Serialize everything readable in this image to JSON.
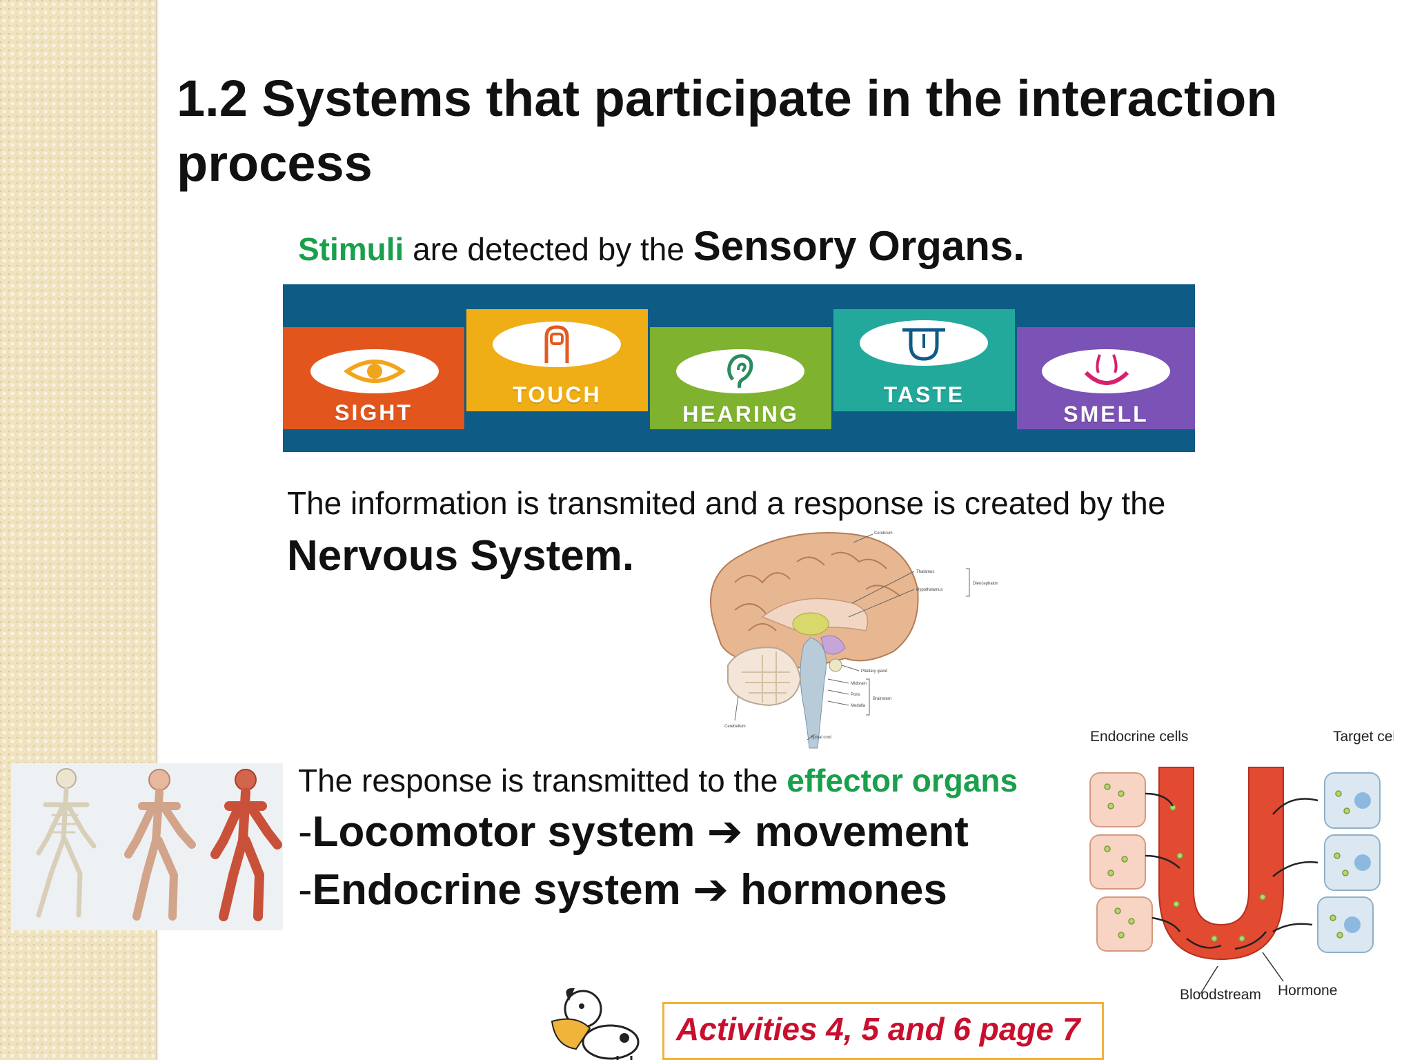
{
  "slide": {
    "title": "1.2 Systems that participate in the interaction process",
    "stimuli": {
      "keyword": "Stimuli",
      "middle": " are detected by the ",
      "emphasis": "Sensory Organs."
    },
    "senses": [
      {
        "label": "SIGHT",
        "color": "#e2561e"
      },
      {
        "label": "TOUCH",
        "color": "#efae16"
      },
      {
        "label": "HEARING",
        "color": "#7fb22f"
      },
      {
        "label": "TASTE",
        "color": "#22a99b"
      },
      {
        "label": "SMELL",
        "color": "#7b52b5"
      }
    ],
    "nervous": {
      "line1": "The information is transmited and a response is created by the",
      "emphasis": "Nervous System."
    },
    "brain_labels": {
      "cerebrum": "Cerebrum",
      "thalamus": "Thalamus",
      "hypothalamus": "Hypothalamus",
      "diencephalon": "Diencephalon",
      "pituitary": "Pituitary gland",
      "midbrain": "Midbrain",
      "pons": "Pons",
      "medulla": "Medulla",
      "brainstem": "Brainstem",
      "cerebellum": "Cerebellum",
      "spinal": "Spinal cord"
    },
    "effector": {
      "prefix": "The response is transmitted to the ",
      "keyword": "effector organs",
      "item1_dash": "-",
      "item1": "Locomotor system",
      "item1_arrow": "➔",
      "item1_result": "movement",
      "item2_dash": "-",
      "item2": "Endocrine system",
      "item2_arrow": "➔",
      "item2_result": "hormones"
    },
    "endocrine_labels": {
      "endocrine_cells": "Endocrine cells",
      "target_cells": "Target cells",
      "bloodstream": "Bloodstream",
      "hormone": "Hormone"
    },
    "activities": "Activities 4, 5 and 6 page 7"
  }
}
